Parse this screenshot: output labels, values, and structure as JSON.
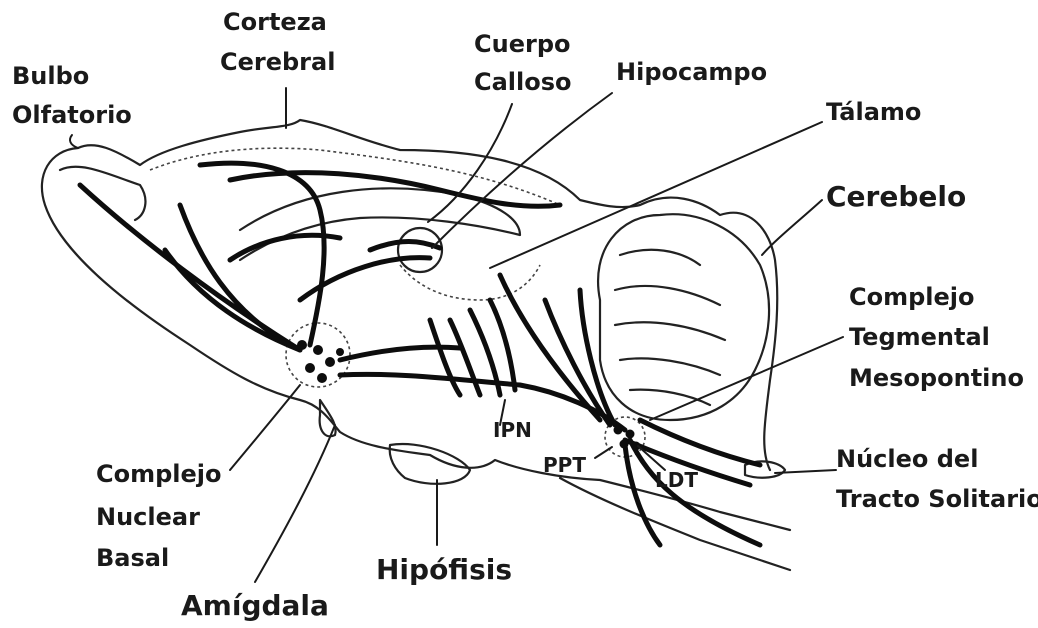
{
  "labels": {
    "bulbo_line1": "Bulbo",
    "bulbo_line2": "Olfatorio",
    "corteza_line1": "Corteza",
    "corteza_line2": "Cerebral",
    "cuerpo_line1": "Cuerpo",
    "cuerpo_line2": "Calloso",
    "hipocampo": "Hipocampo",
    "talamo": "Tálamo",
    "cerebelo": "Cerebelo",
    "complejo_teg_line1": "Complejo",
    "complejo_teg_line2": "Tegmental",
    "complejo_teg_line3": "Mesopontino",
    "nucleo_line1": "Núcleo del",
    "nucleo_line2": "Tracto Solitario",
    "complejo_nb_line1": "Complejo",
    "complejo_nb_line2": "Nuclear",
    "complejo_nb_line3": "Basal",
    "amigdala": "Amígdala",
    "hipofisis": "Hipófisis",
    "ipn": "IPN",
    "ppt": "PPT",
    "ldt": "LDT"
  },
  "colors": {
    "ink": "#0d0d0d",
    "background": "#ffffff"
  }
}
